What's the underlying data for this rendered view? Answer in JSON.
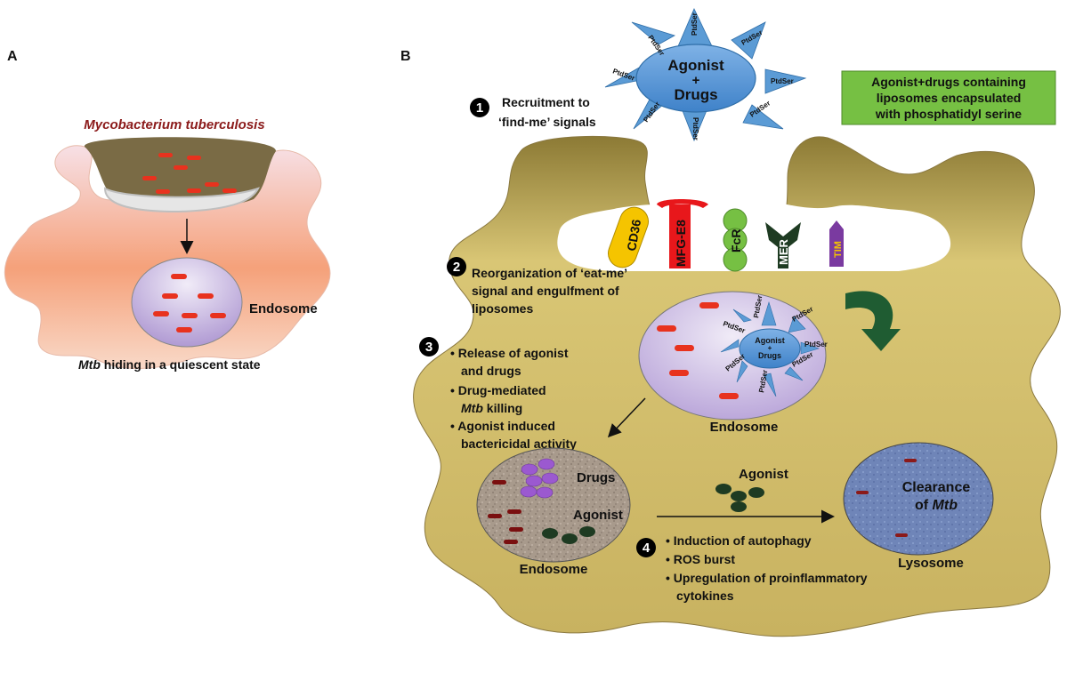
{
  "panel_a": {
    "letter": "A",
    "title_italic": "Mycobacterium tuberculosis",
    "endosome_label": "Endosome",
    "caption_italic": "Mtb",
    "caption_rest": " hiding in a quiescent state"
  },
  "panel_b": {
    "letter": "B",
    "liposome_line1": "Agonist",
    "liposome_plus": "+",
    "liposome_line2": "Drugs",
    "ptdser": "PtdSer",
    "legend_box": {
      "line1": "Agonist+drugs containing",
      "line2": "liposomes encapsulated",
      "line3": "with phosphatidyl serine",
      "color": "#76c043"
    },
    "step1": {
      "num": "1",
      "line1": "Recruitment to",
      "line2": "‘find-me’ signals"
    },
    "receptors": [
      {
        "label": "CD36",
        "color": "#f5c400"
      },
      {
        "label": "MFG-E8",
        "color": "#e8171b"
      },
      {
        "label": "FcR",
        "color": "#76c043"
      },
      {
        "label": "MER",
        "color": "#1e3b22"
      },
      {
        "label": "TIM",
        "color": "#7a3aa0"
      }
    ],
    "step2": {
      "num": "2",
      "line1": "Reorganization of ‘eat-me’",
      "line2": "signal and engulfment of",
      "line3": "liposomes"
    },
    "small_liposome_line1": "Agonist",
    "small_liposome_plus": "+",
    "small_liposome_line2": "Drugs",
    "endosome_mid_label": "Endosome",
    "step3": {
      "num": "3",
      "b1_l1": "Release of agonist",
      "b1_l2": "and drugs",
      "b2_l1": "Drug-mediated",
      "b2_italic": "Mtb",
      "b2_rest": " killing",
      "b3_l1": "Agonist induced",
      "b3_l2": "bactericidal activity"
    },
    "endosome_low": {
      "drugs": "Drugs",
      "agonist": "Agonist",
      "label": "Endosome"
    },
    "agonist_float": "Agonist",
    "lysosome": {
      "clearance": "Clearance",
      "of": "of ",
      "mtb_italic": "Mtb",
      "label": "Lysosome"
    },
    "step4": {
      "num": "4",
      "items": [
        "Induction of autophagy",
        "ROS burst",
        "Upregulation of proinflammatory"
      ],
      "item3_cont": "cytokines"
    }
  },
  "colors": {
    "cell_gold": "#c9b25a",
    "liposome_blue": "#5b9bd5",
    "bacteria_red": "#e8321e",
    "dark_red": "#7a0f0f",
    "agonist_green": "#1e3b22",
    "drug_purple": "#9b59d0",
    "arrow_green": "#1f5c32",
    "title_red": "#8b1a1a"
  }
}
